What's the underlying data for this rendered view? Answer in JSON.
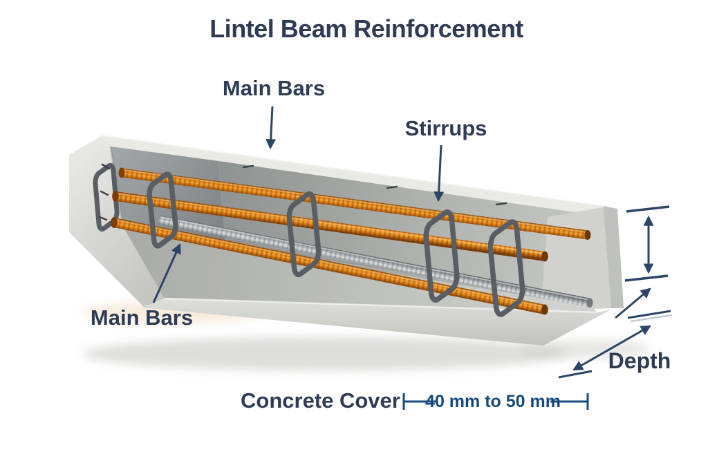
{
  "title": "Lintel Beam Reinforcement",
  "labels": {
    "main_bars_top": "Main Bars",
    "stirrups": "Stirrups",
    "main_bars_bottom": "Main Bars",
    "depth": "Depth",
    "concrete_cover": "Concrete Cover",
    "cover_range": "40 mm to 50 mm"
  },
  "annotations": [
    {
      "label": "Main Bars",
      "points_to": "top main reinforcement bar",
      "arrow": "down"
    },
    {
      "label": "Stirrups",
      "points_to": "steel stirrup loop",
      "arrow": "down"
    },
    {
      "label": "Main Bars",
      "points_to": "bottom main reinforcement bar",
      "arrow": "up-right"
    },
    {
      "label": "Depth",
      "points_to": "vertical depth dimension of beam",
      "arrow": "double-headed"
    },
    {
      "label": "Concrete Cover",
      "value": "40 mm to 50 mm",
      "style": "dimension line with end ticks"
    }
  ],
  "colors": {
    "background": "#ffffff",
    "label_navy": "#2e3b55",
    "dimension_blue": "#17497d",
    "arrow_navy": "#2c4566",
    "rebar_orange": "#e8821c",
    "rebar_dark": "#7a3c08",
    "steel_bar_gray": "#9aa0a3",
    "stirrup_gray": "#585e63",
    "concrete_light": "#d9dad6",
    "concrete_inner_shadow": "#8f9394"
  },
  "diagram_type": "cutaway 3D illustration of reinforced concrete lintel beam"
}
